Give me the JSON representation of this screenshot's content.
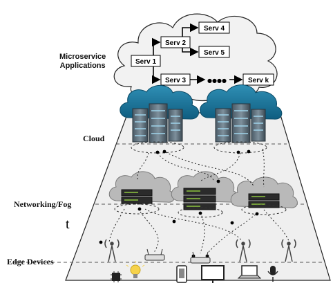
{
  "microservices": {
    "title_line1": "Microservice",
    "title_line2": "Applications",
    "nodes": [
      "Serv 1",
      "Serv 2",
      "Serv 3",
      "Serv 4",
      "Serv 5",
      "Serv k"
    ],
    "ellipsis": "●●●●"
  },
  "layers": {
    "cloud": "Cloud",
    "fog": "Networking/Fog",
    "edge": "Edge Devices"
  },
  "stray_glyph": "t"
}
